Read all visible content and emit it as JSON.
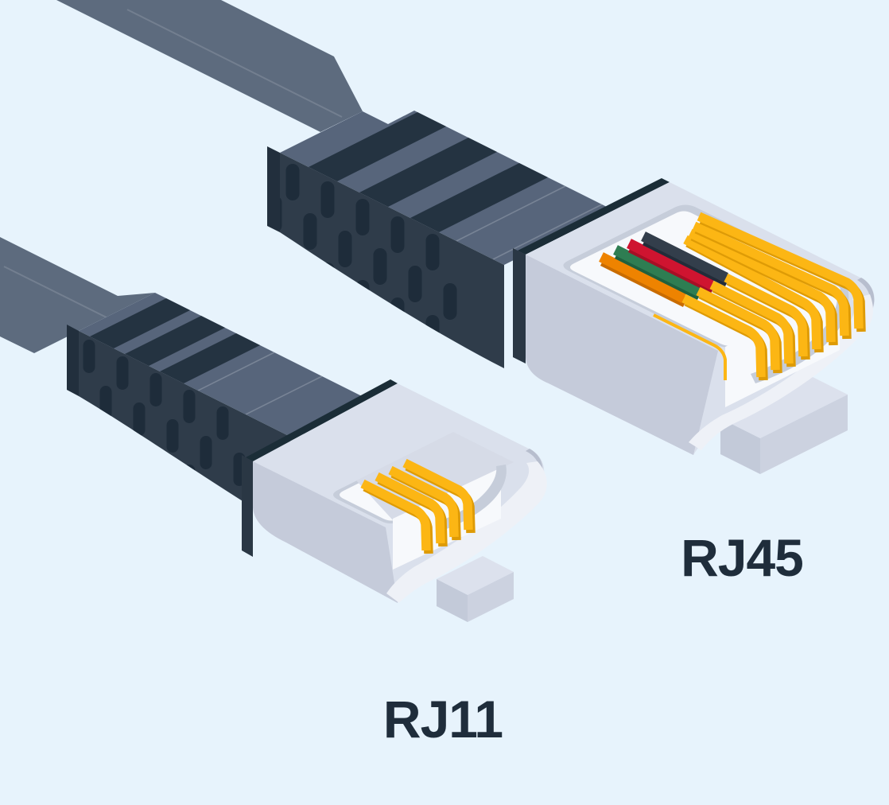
{
  "illustration": {
    "alt_text": "Isometric illustration comparing an RJ45 connector and an RJ11 connector on cables",
    "labels": {
      "rj45": "RJ45",
      "rj11": "RJ11"
    },
    "connectors": [
      {
        "id": "rj45",
        "label": "RJ45",
        "gold_pins": 8,
        "visible_wire_colors": [
          "orange",
          "green",
          "red",
          "dark-navy"
        ]
      },
      {
        "id": "rj11",
        "label": "RJ11",
        "gold_pins": 4,
        "visible_wire_colors": []
      }
    ],
    "palette": {
      "background": "#e7f3fc",
      "cable": "#5d6b7e",
      "boot_top": "#57657b",
      "boot_ridge": "#243341",
      "boot_side": "#2f3c4a",
      "boot_dot": "#1e2c3a",
      "boot_end": "#1b2d37",
      "plug_body_top": "#dae0ec",
      "plug_body_side": "#c5cbda",
      "plug_nose_rim": "#eef1f7",
      "recess_wall": "#c6cdda",
      "recess_floor": "#f7f9fc",
      "pin_gold": "#fcb614",
      "pin_gold_shade": "#de9b06",
      "wire_orange": "#ee8300",
      "wire_green": "#2e7d52",
      "wire_red": "#cf1430",
      "wire_dark": "#333e4b",
      "label_text": "#1f2d3b"
    }
  }
}
